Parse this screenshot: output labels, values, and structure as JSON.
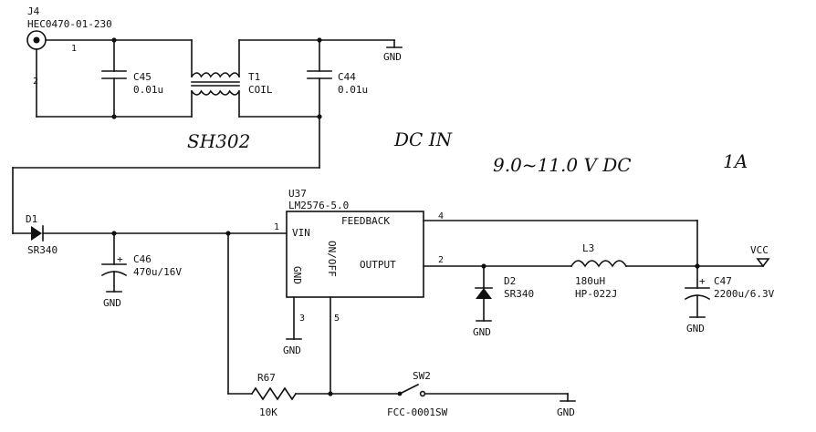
{
  "connector": {
    "ref": "J4",
    "part": "HEC0470-01-230",
    "pin1": "1",
    "pin2": "2"
  },
  "c45": {
    "ref": "C45",
    "value": "0.01u"
  },
  "t1": {
    "ref": "T1",
    "value": "COIL"
  },
  "c44": {
    "ref": "C44",
    "value": "0.01u"
  },
  "gnd_label": "GND",
  "handwriting": {
    "part": "SH302",
    "dc_in": "DC IN",
    "range": "9.0~11.0 V DC",
    "current": "1A"
  },
  "d1": {
    "ref": "D1",
    "value": "SR340"
  },
  "c46": {
    "ref": "C46",
    "value": "470u/16V"
  },
  "u37": {
    "ref": "U37",
    "part": "LM2576-5.0",
    "vin": "VIN",
    "feedback": "FEEDBACK",
    "output": "OUTPUT",
    "gnd": "GND",
    "onoff": "ON/OFF",
    "pin_vin": "1",
    "pin_output": "2",
    "pin_gnd": "3",
    "pin_feedback": "4",
    "pin_onoff": "5"
  },
  "d2": {
    "ref": "D2",
    "value": "SR340"
  },
  "l3": {
    "ref": "L3",
    "value": "180uH",
    "part": "HP-022J"
  },
  "c47": {
    "ref": "C47",
    "value": "2200u/6.3V"
  },
  "vcc": "VCC",
  "r67": {
    "ref": "R67",
    "value": "10K"
  },
  "sw2": {
    "ref": "SW2",
    "part": "FCC-0001SW"
  },
  "polarity": "+"
}
